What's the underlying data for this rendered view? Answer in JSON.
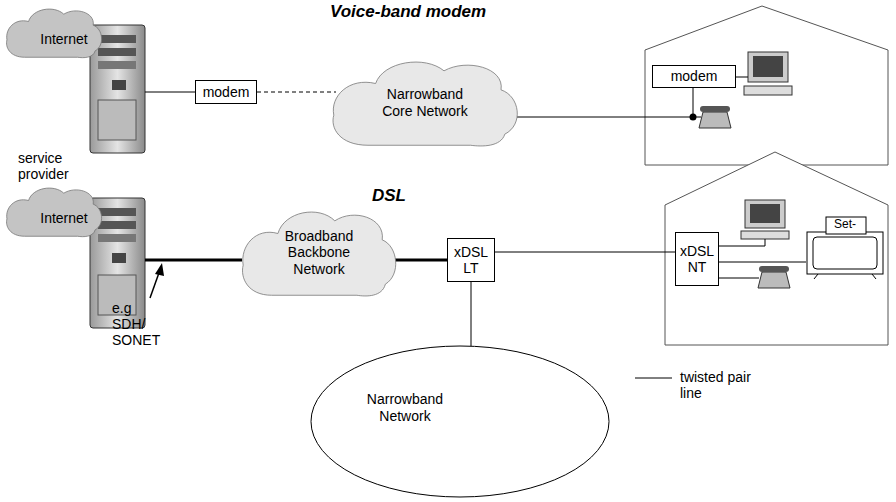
{
  "diagram": {
    "nodes": [
      {
        "text": [
          "Internet"
        ]
      },
      {
        "text": [
          "modem"
        ]
      },
      {
        "text": [
          "Narrowband Core Network"
        ]
      },
      {
        "text": [
          "modem"
        ]
      },
      {
        "text": [
          "Internet"
        ]
      },
      {
        "text": [
          "Broadband Backbone Network"
        ]
      },
      {
        "text": [
          "xDSL LT"
        ]
      },
      {
        "text": [
          "Narrowband Network"
        ]
      },
      {
        "text": [
          "xDSL NT"
        ]
      },
      {
        "text": [
          "Set-"
        ]
      }
    ],
    "edges": [
      {
        "from": 1,
        "to": 2,
        "arrow": "none"
      },
      {
        "from": 2,
        "to": 3,
        "arrow": "none"
      },
      {
        "from": 5,
        "to": 6,
        "arrow": "none"
      },
      {
        "from": 6,
        "to": 7,
        "arrow": "none"
      },
      {
        "from": 6,
        "to": 8,
        "arrow": "none"
      },
      {
        "from": 8,
        "to": 9,
        "arrow": "none"
      }
    ],
    "labels": [
      "Voice-band modem",
      "service provider",
      "DSL",
      "e.g SDH/ SONET"
    ],
    "legend": [
      {
        "text": "twisted pair line"
      }
    ]
  }
}
